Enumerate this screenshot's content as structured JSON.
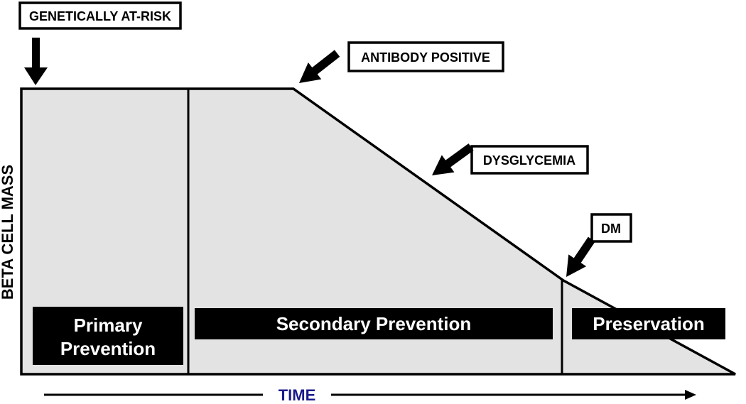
{
  "labels": {
    "genetically_at_risk": "GENETICALLY AT-RISK",
    "antibody_positive": "ANTIBODY POSITIVE",
    "dysglycemia": "DYSGLYCEMIA",
    "dm": "DM"
  },
  "phases": {
    "primary_line1": "Primary",
    "primary_line2": "Prevention",
    "secondary": "Secondary Prevention",
    "preservation": "Preservation"
  },
  "axes": {
    "y_label": "BETA CELL MASS",
    "x_label": "TIME"
  },
  "colors": {
    "area_fill": "#e3e3e3",
    "band_fill": "#000000",
    "band_text": "#ffffff",
    "time_label": "#1a1a8c"
  }
}
